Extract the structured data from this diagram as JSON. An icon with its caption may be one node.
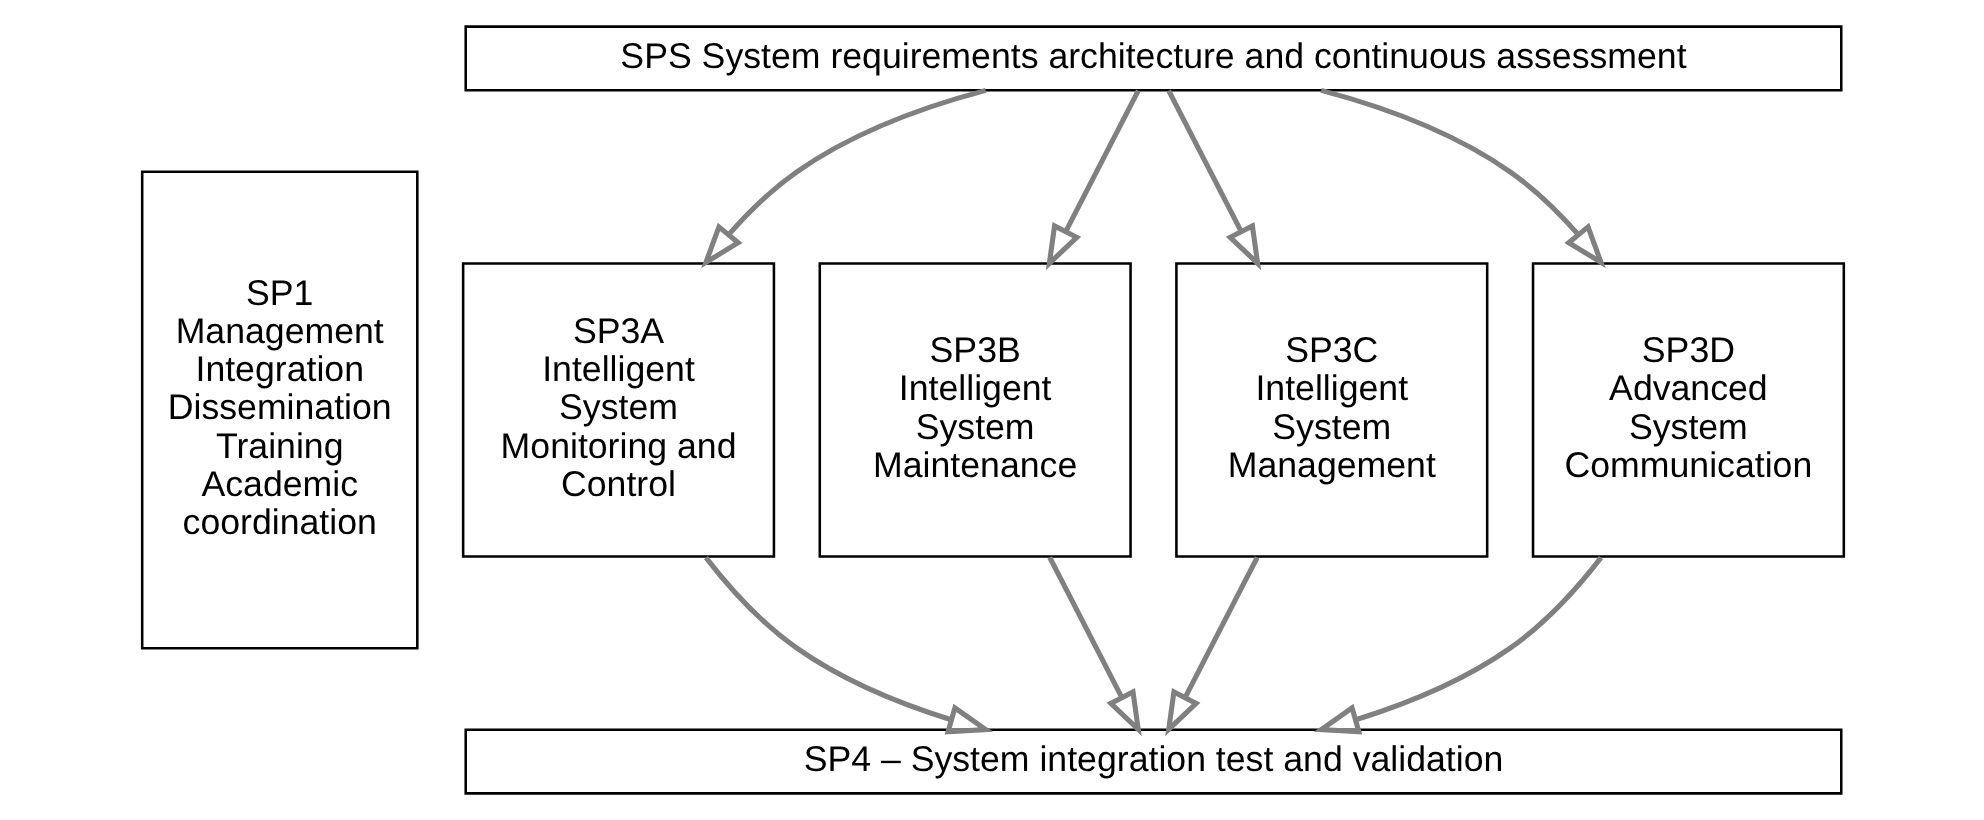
{
  "diagram": {
    "nodes": [
      {
        "text": [
          "SP1",
          "Management Integration Dissemination Training Academic coordination"
        ]
      },
      {
        "text": [
          "SPS System requirements architecture and continuous assessment"
        ]
      },
      {
        "text": [
          "SP3A",
          "Intelligent System Monitoring and Control"
        ]
      },
      {
        "text": [
          "SP3B",
          "Intelligent System Maintenance"
        ]
      },
      {
        "text": [
          "SP3C",
          "Intelligent System Management"
        ]
      },
      {
        "text": [
          "SP3D",
          "Advanced System Communication"
        ]
      },
      {
        "text": [
          "SP4 – System integration test and validation"
        ]
      }
    ],
    "edges": [
      {
        "from": 1,
        "to": 2,
        "arrow": "to"
      },
      {
        "from": 1,
        "to": 3,
        "arrow": "to"
      },
      {
        "from": 1,
        "to": 4,
        "arrow": "to"
      },
      {
        "from": 1,
        "to": 5,
        "arrow": "to"
      },
      {
        "from": 2,
        "to": 6,
        "arrow": "to"
      },
      {
        "from": 3,
        "to": 6,
        "arrow": "to"
      },
      {
        "from": 4,
        "to": 6,
        "arrow": "to"
      },
      {
        "from": 5,
        "to": 6,
        "arrow": "to"
      }
    ]
  }
}
